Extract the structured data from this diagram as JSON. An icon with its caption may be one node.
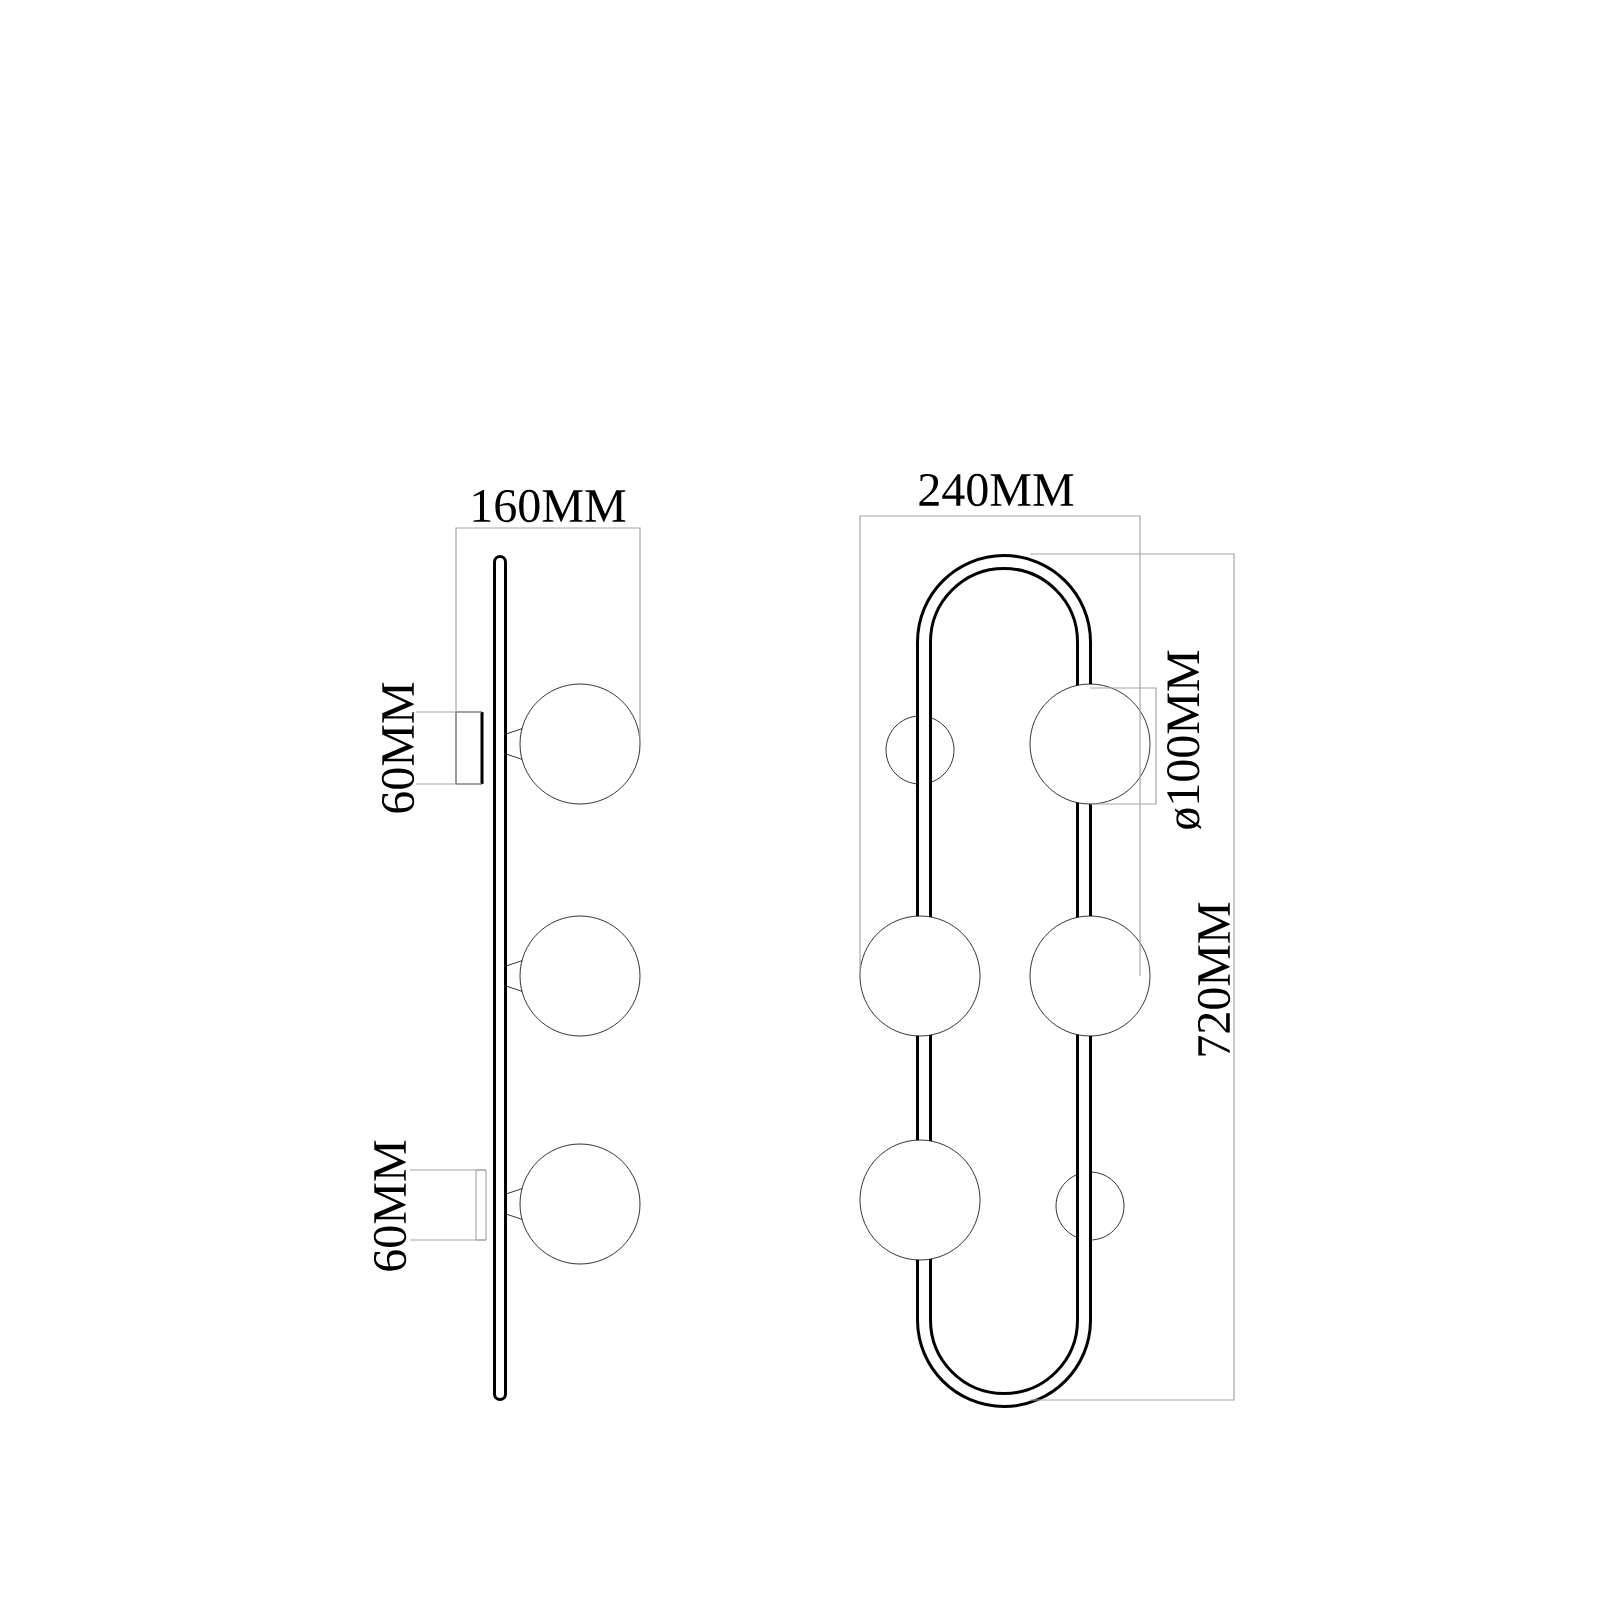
{
  "diagram": {
    "labels": [
      "160MM",
      "240MM",
      "60MM",
      "ø100MM",
      "720MM",
      "60MM"
    ]
  }
}
